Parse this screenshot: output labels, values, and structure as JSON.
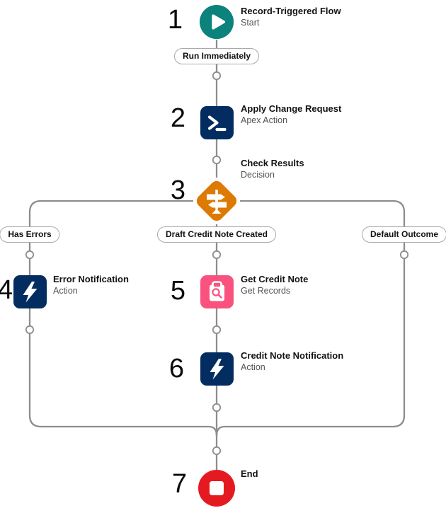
{
  "flow": {
    "nodes": [
      {
        "num": "1",
        "title": "Record-Triggered Flow",
        "subtitle": "Start"
      },
      {
        "num": "2",
        "title": "Apply Change Request",
        "subtitle": "Apex Action"
      },
      {
        "num": "3",
        "title": "Check Results",
        "subtitle": "Decision"
      },
      {
        "num": "4",
        "title": "Error Notification",
        "subtitle": "Action"
      },
      {
        "num": "5",
        "title": "Get Credit Note",
        "subtitle": "Get Records"
      },
      {
        "num": "6",
        "title": "Credit Note Notification",
        "subtitle": "Action"
      },
      {
        "num": "7",
        "title": "End",
        "subtitle": ""
      }
    ],
    "connector_labels": {
      "run_immediately": "Run Immediately",
      "has_errors": "Has Errors",
      "draft_credit_note_created": "Draft Credit Note Created",
      "default_outcome": "Default Outcome"
    },
    "icons": {
      "start": "play-icon",
      "apex_action": "terminal-icon",
      "decision": "signpost-icon",
      "action": "lightning-icon",
      "get_records": "clipboard-search-icon",
      "end": "stop-icon"
    },
    "colors": {
      "start_teal": "#0B827C",
      "action_navy": "#032D60",
      "decision_orange": "#DD7A01",
      "get_records_pink": "#F9527F",
      "end_red": "#E51A20",
      "connector_gray": "#8D8D8D"
    }
  }
}
